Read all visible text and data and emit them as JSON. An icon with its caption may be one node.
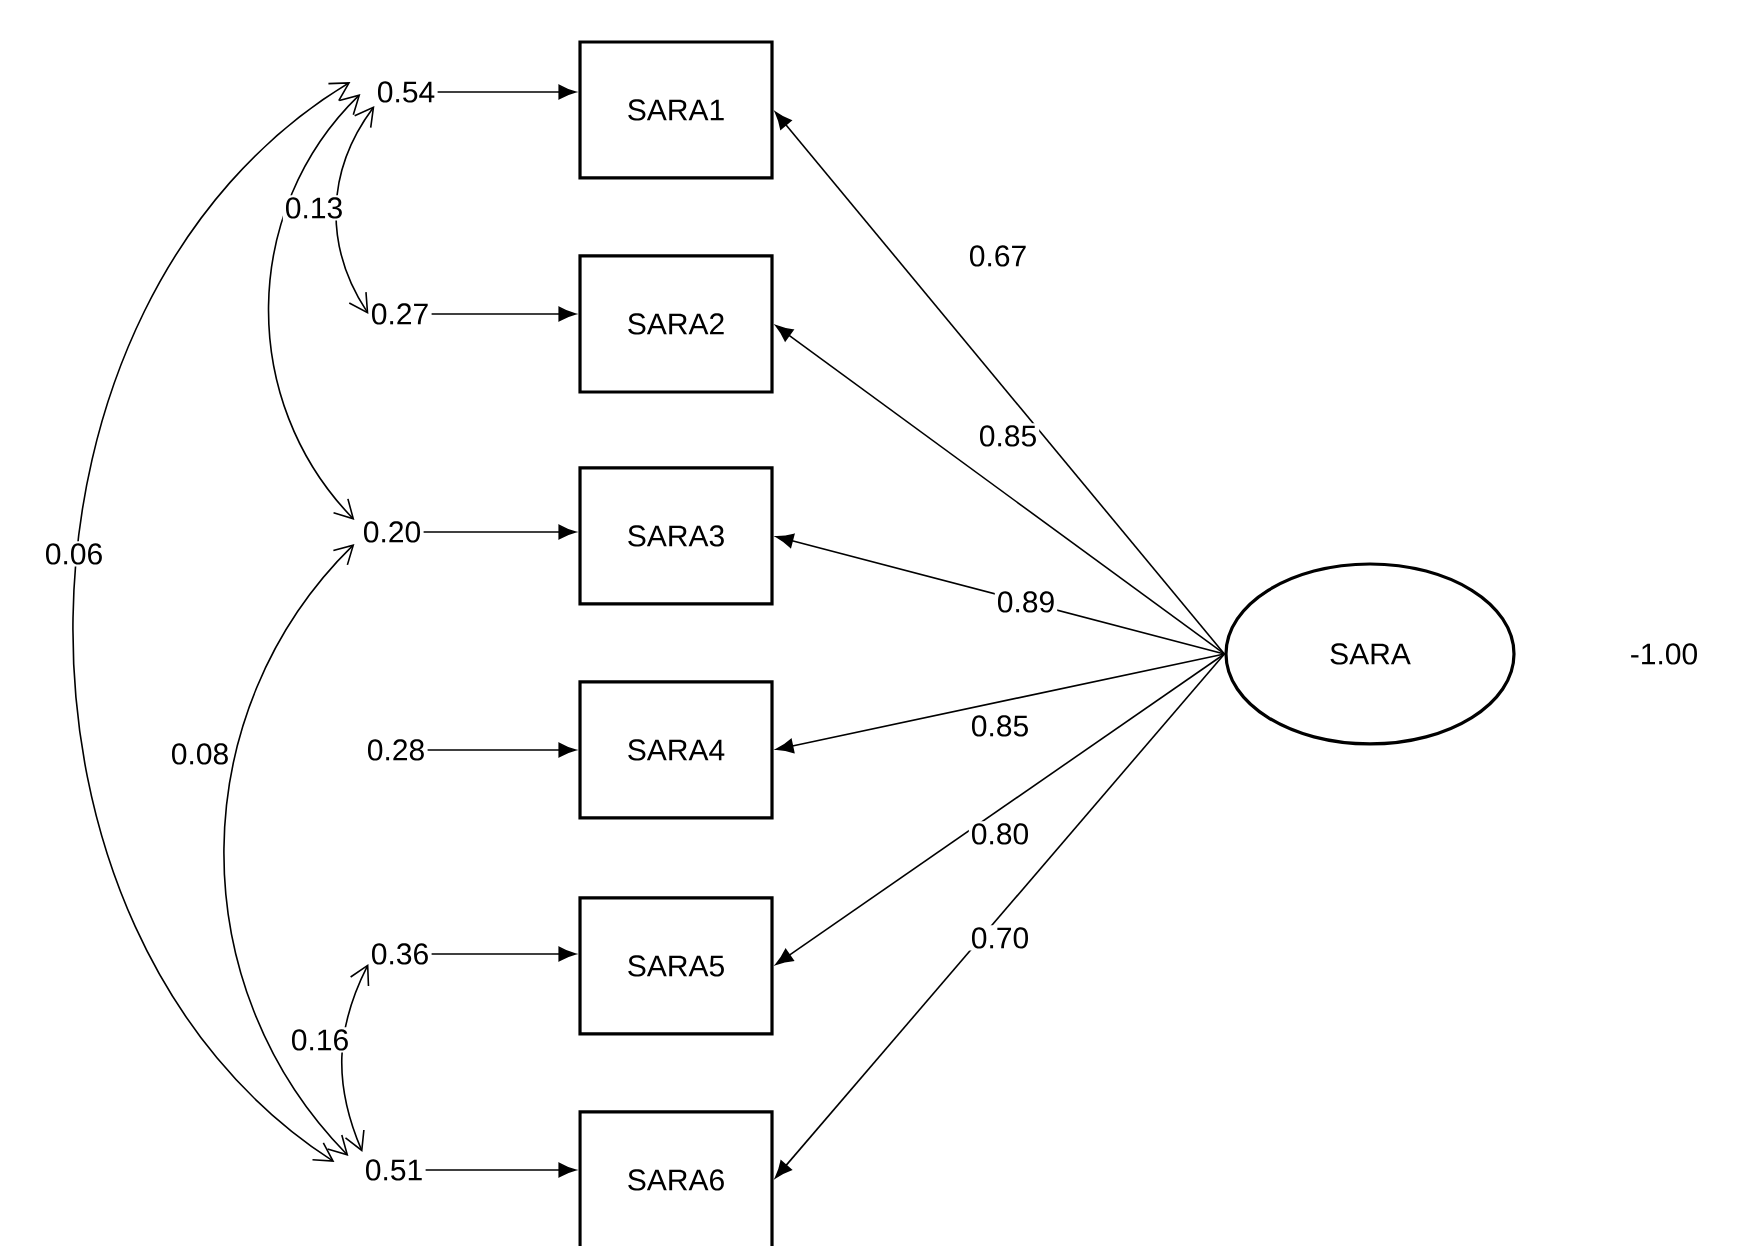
{
  "diagram": {
    "nodes": [
      {
        "text": [
          "0.54"
        ]
      },
      {
        "text": [
          "0.27"
        ]
      },
      {
        "text": [
          "0.20"
        ]
      },
      {
        "text": [
          "0.28"
        ]
      },
      {
        "text": [
          "0.36"
        ]
      },
      {
        "text": [
          "0.51"
        ]
      },
      {
        "text": [
          "SARA1"
        ]
      },
      {
        "text": [
          "SARA2"
        ]
      },
      {
        "text": [
          "SARA3"
        ]
      },
      {
        "text": [
          "SARA4"
        ]
      },
      {
        "text": [
          "SARA5"
        ]
      },
      {
        "text": [
          "SARA6"
        ]
      },
      {
        "text": [
          "SARA"
        ],
        "beside": [
          "-1.00"
        ]
      }
    ],
    "edges": [
      {
        "from": 0,
        "to": 6,
        "arrow": "to"
      },
      {
        "from": 1,
        "to": 7,
        "arrow": "to"
      },
      {
        "from": 2,
        "to": 8,
        "arrow": "to"
      },
      {
        "from": 3,
        "to": 9,
        "arrow": "to"
      },
      {
        "from": 4,
        "to": 10,
        "arrow": "to"
      },
      {
        "from": 5,
        "to": 11,
        "arrow": "to"
      },
      {
        "from": 12,
        "to": 6,
        "arrow": "to",
        "label": "0.67"
      },
      {
        "from": 12,
        "to": 7,
        "arrow": "to",
        "label": "0.85"
      },
      {
        "from": 12,
        "to": 8,
        "arrow": "to",
        "label": "0.89"
      },
      {
        "from": 12,
        "to": 9,
        "arrow": "to",
        "label": "0.85"
      },
      {
        "from": 12,
        "to": 10,
        "arrow": "to",
        "label": "0.80"
      },
      {
        "from": 12,
        "to": 11,
        "arrow": "to",
        "label": "0.70"
      },
      {
        "from": 0,
        "to": 1,
        "arrow": "both",
        "label": "0.13"
      },
      {
        "from": 0,
        "to": 2,
        "arrow": "both"
      },
      {
        "from": 0,
        "to": 5,
        "arrow": "both",
        "label": "0.06"
      },
      {
        "from": 2,
        "to": 5,
        "arrow": "both",
        "label": "0.08"
      },
      {
        "from": 4,
        "to": 5,
        "arrow": "both",
        "label": "0.16"
      }
    ]
  }
}
